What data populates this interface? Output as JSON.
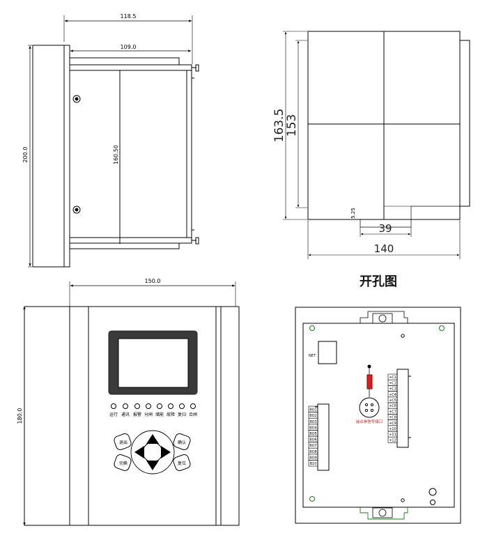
{
  "side_view": {
    "dim_total_width": "118.5",
    "dim_body_width": "109.0",
    "dim_total_height": "200.0",
    "dim_body_height": "160.50"
  },
  "cutout": {
    "dim_outer_height": "163.5",
    "dim_inner_height": "153",
    "dim_small": "5.25",
    "dim_step": "39",
    "dim_width": "140",
    "title": "开孔图"
  },
  "front_view": {
    "dim_width": "150.0",
    "dim_height": "180.0",
    "led_labels": [
      "运行",
      "通讯",
      "报警",
      "分闸",
      "储能",
      "故障",
      "复归",
      "合闸"
    ],
    "key_labels": {
      "left_top": "退出",
      "left_bottom": "切换",
      "right_top": "确认",
      "right_bottom": "复位"
    }
  },
  "rear_view": {
    "net_label": "NET",
    "right_terminals": [
      "+C1",
      "+C2",
      "+C3",
      "+C4",
      "+C5",
      "+C6",
      "+C7",
      "+C8",
      "+C9",
      "+10",
      "+11",
      "+12"
    ],
    "left_terminals": [
      "BO1",
      "BO2",
      "BO3",
      "BO4",
      "BO5",
      "BO6",
      "BO7",
      "BO8",
      "BO9",
      "B10"
    ],
    "connector_label": "遥合参信号接口"
  }
}
